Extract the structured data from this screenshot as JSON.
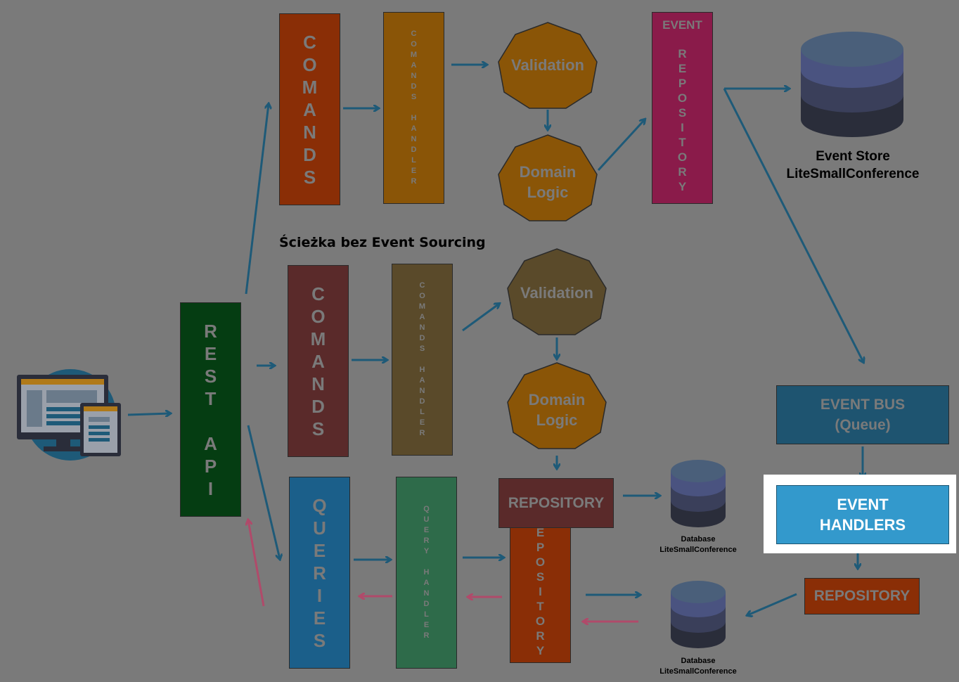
{
  "colors": {
    "background": "#7a7a7a",
    "arrow_blue": "#1e5a78",
    "arrow_pink": "#b04a6a",
    "commands_red": "#8a2e06",
    "handler_orange": "#8a5507",
    "validation_orange": "#8a5507",
    "event_repo_magenta": "#8a1b4a",
    "rest_api_green": "#053d12",
    "commands2_maroon": "#5a2a2a",
    "handler2_brown": "#5a4a2a",
    "validation2_brown": "#5a4a2a",
    "queries_blue": "#1b5f8a",
    "query_handler_green": "#2e6b4a",
    "repository_maroon": "#5a2a2a",
    "repo_orange_red": "#8a2e06",
    "event_bus_blue": "#1e5470",
    "event_handlers_blue": "#3399cc",
    "db_top": "#4a5f7a",
    "db_mid": "#3a3f5a",
    "db_bottom": "#2a2d3a"
  },
  "client": {
    "icon": "computer-and-tablet-icon"
  },
  "rest_api": {
    "lines": [
      "R",
      "E",
      "S",
      "T",
      "",
      "A",
      "P",
      "I"
    ]
  },
  "top_path": {
    "commands": {
      "lines": [
        "C",
        "O",
        "M",
        "A",
        "N",
        "D",
        "S"
      ]
    },
    "commands_handler": {
      "lines": [
        "C",
        "O",
        "M",
        "A",
        "N",
        "D",
        "S",
        "",
        "H",
        "A",
        "N",
        "D",
        "L",
        "E",
        "R"
      ]
    },
    "validation": "Validation",
    "domain_logic_1": "Domain",
    "domain_logic_2": "Logic",
    "event_repository_title": "EVENT",
    "event_repository_lines": [
      "R",
      "E",
      "P",
      "O",
      "S",
      "I",
      "T",
      "O",
      "R",
      "Y"
    ],
    "event_store_1": "Event Store",
    "event_store_2": "LiteSmallConference"
  },
  "middle_path": {
    "caption": "Ścieżka bez Event Sourcing",
    "commands": {
      "lines": [
        "C",
        "O",
        "M",
        "A",
        "N",
        "D",
        "S"
      ]
    },
    "commands_handler": {
      "lines": [
        "C",
        "O",
        "M",
        "A",
        "N",
        "D",
        "S",
        "",
        "H",
        "A",
        "N",
        "D",
        "L",
        "E",
        "R"
      ]
    },
    "validation": "Validation",
    "domain_logic_1": "Domain",
    "domain_logic_2": "Logic",
    "repository": "REPOSITORY",
    "database_1": "Database",
    "database_2": "LiteSmallConference"
  },
  "bottom_path": {
    "queries": {
      "lines": [
        "Q",
        "U",
        "E",
        "R",
        "I",
        "E",
        "S"
      ]
    },
    "query_handler": {
      "lines": [
        "Q",
        "U",
        "E",
        "R",
        "Y",
        "",
        "H",
        "A",
        "N",
        "D",
        "L",
        "E",
        "R"
      ]
    },
    "repository_lines": [
      "E",
      "P",
      "O",
      "S",
      "I",
      "T",
      "O",
      "R",
      "Y"
    ],
    "database_1": "Database",
    "database_2": "LiteSmallConference"
  },
  "right_path": {
    "event_bus_1": "EVENT BUS",
    "event_bus_2": "(Queue)",
    "event_handlers_1": "EVENT",
    "event_handlers_2": "HANDLERS",
    "repository": "REPOSITORY"
  }
}
